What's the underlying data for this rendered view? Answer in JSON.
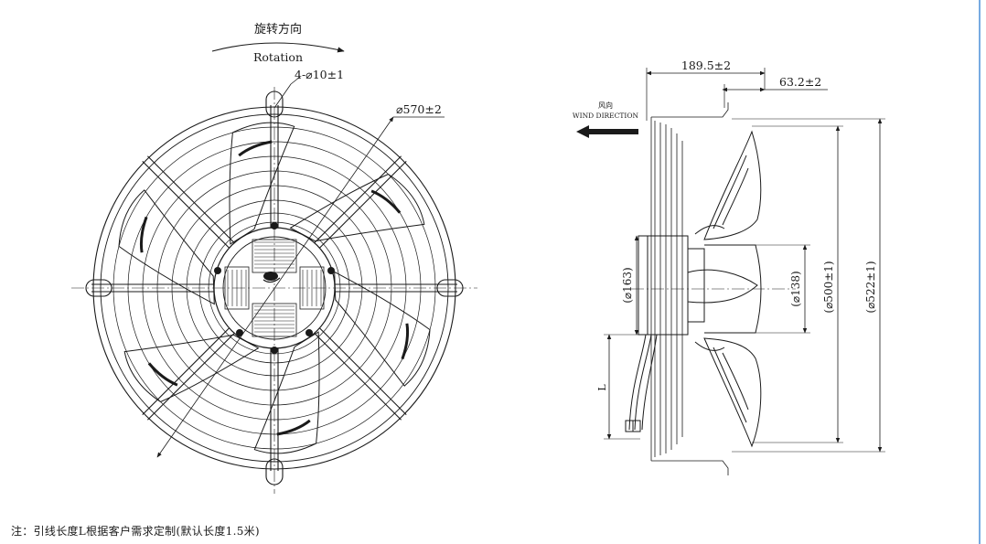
{
  "front_view": {
    "rotation_cn": "旋转方向",
    "rotation_en": "Rotation",
    "mount_holes": "4-⌀10±1",
    "guard_diameter": "⌀570±2"
  },
  "side_view": {
    "depth_dim": "189.5±2",
    "flange_dim": "63.2±2",
    "wind_cn": "风向",
    "wind_en": "WIND DIRECTION",
    "motor_dia": "(⌀163)",
    "hub_dia": "(⌀138)",
    "blade_dia": "(⌀500±1)",
    "guard_dia": "(⌀522±1)",
    "lead_length": "L"
  },
  "note": "注：引线长度L根据客户需求定制(默认长度1.5米)",
  "colors": {
    "line": "#1a1a1a",
    "background": "#ffffff",
    "border": "#4a8fd8"
  }
}
